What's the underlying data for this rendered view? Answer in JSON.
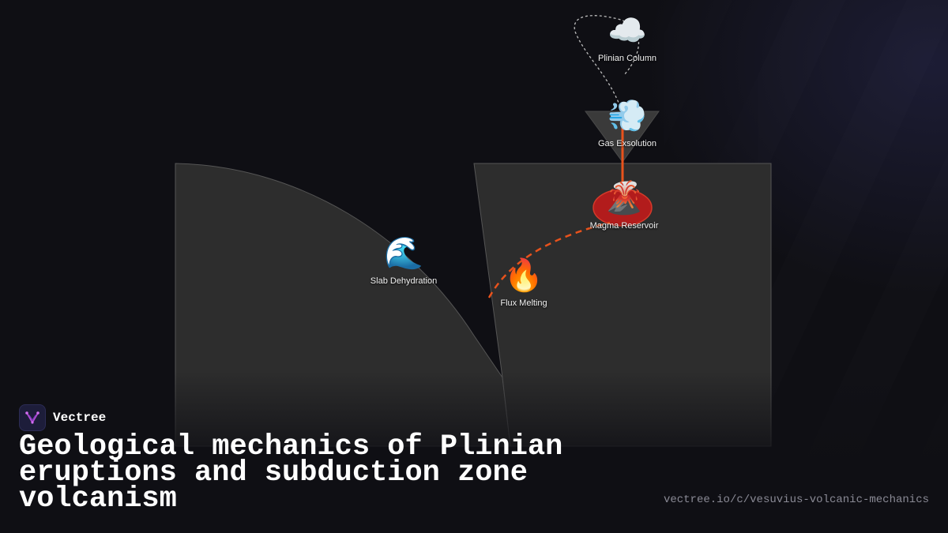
{
  "diagram": {
    "nodes": [
      {
        "id": "plinian-column",
        "icon": "cloud-icon",
        "glyph": "☁️",
        "label": "Plinian Column"
      },
      {
        "id": "gas-exsolution",
        "icon": "dashing-away-icon",
        "glyph": "💨",
        "label": "Gas Exsolution"
      },
      {
        "id": "magma-reservoir",
        "icon": "volcano-icon",
        "glyph": "🌋",
        "label": "Magma Reservoir"
      },
      {
        "id": "slab-dehydration",
        "icon": "water-wave-icon",
        "glyph": "🌊",
        "label": "Slab Dehydration"
      },
      {
        "id": "flux-melting",
        "icon": "fire-icon",
        "glyph": "🔥",
        "label": "Flux Melting"
      }
    ],
    "colors": {
      "plate": "#2d2d2d",
      "plate_edge": "#555555",
      "magma_conduit": "#e8521c",
      "reservoir": "#b21c1c",
      "vent": "#3a3a3a",
      "background": "#0f0f14"
    }
  },
  "brand": {
    "name": "Vectree",
    "icon": "vectree-logo-icon",
    "accent": "#b44bd6"
  },
  "title": "Geological mechanics of Plinian eruptions and subduction zone volcanism",
  "url": "vectree.io/c/vesuvius-volcanic-mechanics"
}
